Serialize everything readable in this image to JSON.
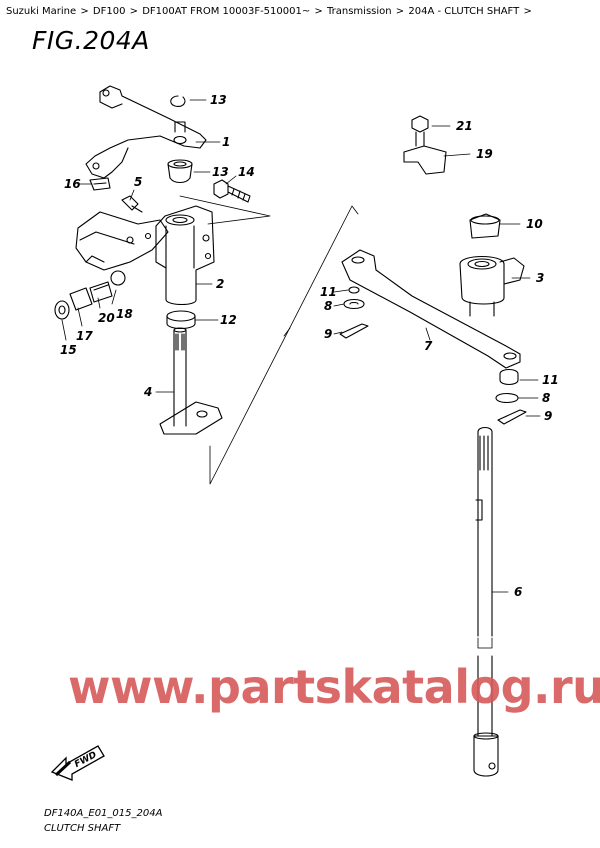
{
  "breadcrumb": [
    "Suzuki Marine",
    "DF100",
    "DF100AT FROM 10003F-510001~",
    "Transmission",
    "204A - CLUTCH SHAFT"
  ],
  "breadcrumb_separator": ">",
  "figure_title": "FIG.204A",
  "callouts": {
    "c13a": "13",
    "c1": "1",
    "c13b": "13",
    "c14": "14",
    "c16": "16",
    "c5": "5",
    "c2": "2",
    "c12": "12",
    "c18": "18",
    "c20": "20",
    "c17": "17",
    "c15": "15",
    "c4": "4",
    "c21": "21",
    "c19": "19",
    "c10": "10",
    "c3": "3",
    "c11a": "11",
    "c8a": "8",
    "c9a": "9",
    "c7": "7",
    "c11b": "11",
    "c8b": "8",
    "c9b": "9",
    "c6": "6"
  },
  "fwd_label": "FWD",
  "watermark": "www.partskatalog.ru",
  "footer_code": "DF140A_E01_015_204A",
  "footer_name": "CLUTCH SHAFT"
}
